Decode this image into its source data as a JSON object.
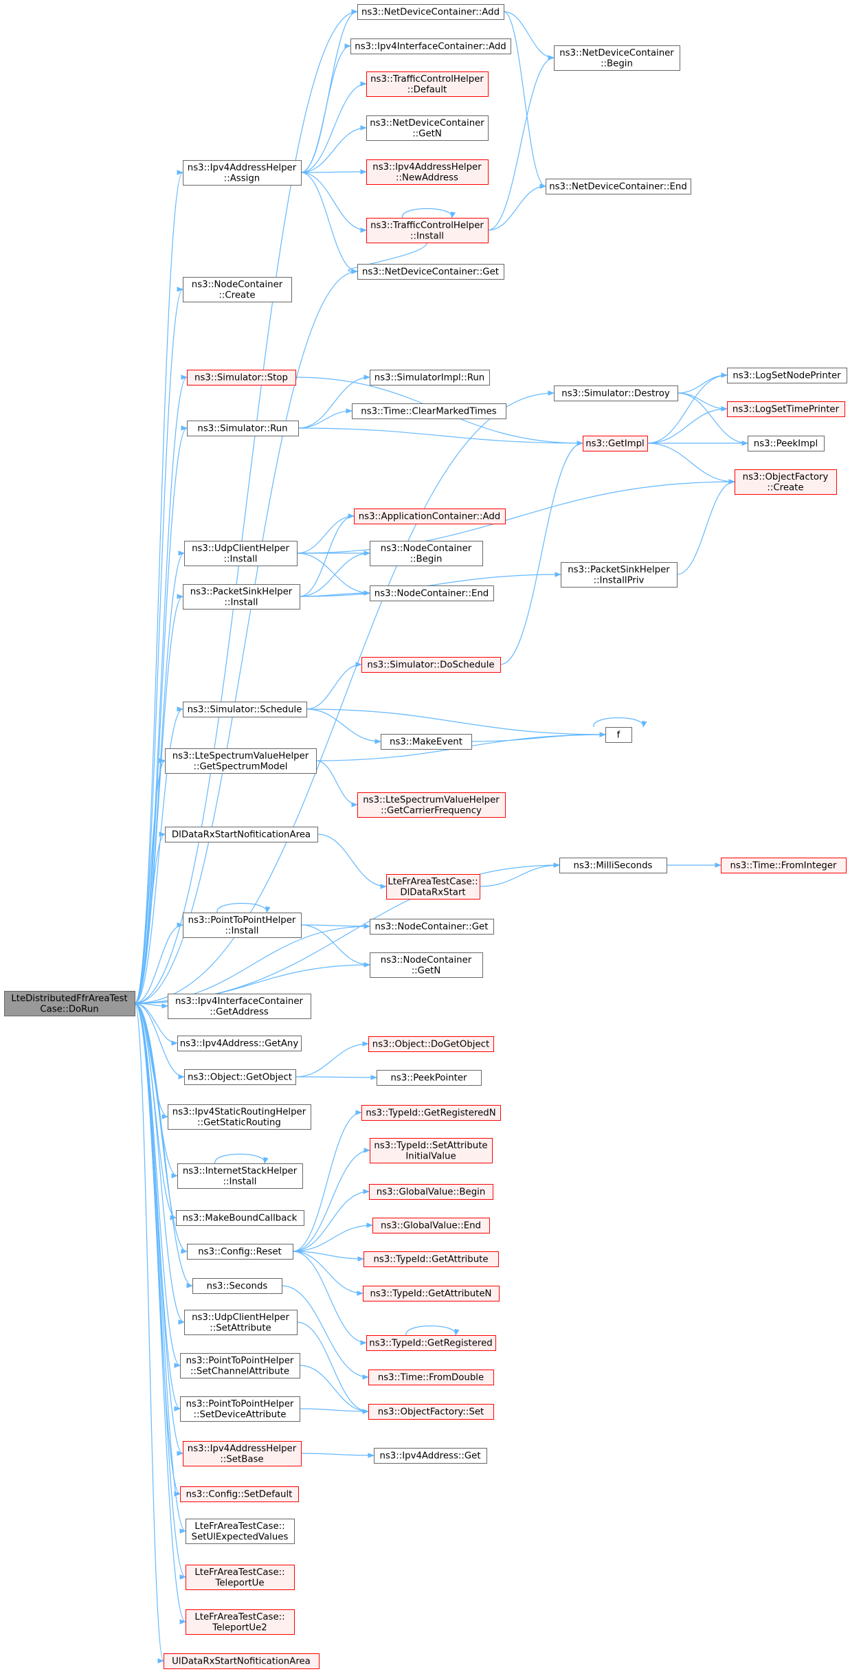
{
  "diagram": {
    "colors": {
      "edge": "#63b8ff",
      "arrowhead": "#63b8ff",
      "node_fill": "#ffffff",
      "node_border": "#666666",
      "highlight_fill": "#fff0f0",
      "highlight_border": "#ff0000",
      "root_fill": "#999999",
      "root_border": "#666666"
    },
    "nodes": [
      {
        "id": "root",
        "lines": [
          "LteDistributedFfrAreaTest",
          "Case::DoRun"
        ],
        "style": "root"
      },
      {
        "id": "ndc_add",
        "lines": [
          "ns3::NetDeviceContainer::Add"
        ],
        "style": "normal"
      },
      {
        "id": "ipv4ic_add",
        "lines": [
          "ns3::Ipv4InterfaceContainer::Add"
        ],
        "style": "normal"
      },
      {
        "id": "tch_default",
        "lines": [
          "ns3::TrafficControlHelper",
          "::Default"
        ],
        "style": "highlight"
      },
      {
        "id": "ndc_getn",
        "lines": [
          "ns3::NetDeviceContainer",
          "::GetN"
        ],
        "style": "normal"
      },
      {
        "id": "ipv4ah_newaddr",
        "lines": [
          "ns3::Ipv4AddressHelper",
          "::NewAddress"
        ],
        "style": "highlight"
      },
      {
        "id": "tch_install",
        "lines": [
          "ns3::TrafficControlHelper",
          "::Install"
        ],
        "style": "highlight"
      },
      {
        "id": "ndc_get",
        "lines": [
          "ns3::NetDeviceContainer::Get"
        ],
        "style": "normal"
      },
      {
        "id": "ndc_begin",
        "lines": [
          "ns3::NetDeviceContainer",
          "::Begin"
        ],
        "style": "normal"
      },
      {
        "id": "ndc_end",
        "lines": [
          "ns3::NetDeviceContainer::End"
        ],
        "style": "normal"
      },
      {
        "id": "ipv4ah_assign",
        "lines": [
          "ns3::Ipv4AddressHelper",
          "::Assign"
        ],
        "style": "normal"
      },
      {
        "id": "nc_create",
        "lines": [
          "ns3::NodeContainer",
          "::Create"
        ],
        "style": "normal"
      },
      {
        "id": "sim_stop",
        "lines": [
          "ns3::Simulator::Stop"
        ],
        "style": "highlight"
      },
      {
        "id": "simimpl_run",
        "lines": [
          "ns3::SimulatorImpl::Run"
        ],
        "style": "normal"
      },
      {
        "id": "time_clearmarked",
        "lines": [
          "ns3::Time::ClearMarkedTimes"
        ],
        "style": "normal"
      },
      {
        "id": "sim_run",
        "lines": [
          "ns3::Simulator::Run"
        ],
        "style": "normal"
      },
      {
        "id": "sim_destroy",
        "lines": [
          "ns3::Simulator::Destroy"
        ],
        "style": "normal"
      },
      {
        "id": "getimpl",
        "lines": [
          "ns3::GetImpl"
        ],
        "style": "highlight"
      },
      {
        "id": "logsetnodeprinter",
        "lines": [
          "ns3::LogSetNodePrinter"
        ],
        "style": "normal"
      },
      {
        "id": "logsettimeprinter",
        "lines": [
          "ns3::LogSetTimePrinter"
        ],
        "style": "highlight"
      },
      {
        "id": "peekimpl",
        "lines": [
          "ns3::PeekImpl"
        ],
        "style": "normal"
      },
      {
        "id": "objfactory_create",
        "lines": [
          "ns3::ObjectFactory",
          "::Create"
        ],
        "style": "highlight"
      },
      {
        "id": "appcontainer_add",
        "lines": [
          "ns3::ApplicationContainer::Add"
        ],
        "style": "highlight"
      },
      {
        "id": "udpch_install",
        "lines": [
          "ns3::UdpClientHelper",
          "::Install"
        ],
        "style": "normal"
      },
      {
        "id": "nc_begin",
        "lines": [
          "ns3::NodeContainer",
          "::Begin"
        ],
        "style": "normal"
      },
      {
        "id": "psh_install",
        "lines": [
          "ns3::PacketSinkHelper",
          "::Install"
        ],
        "style": "normal"
      },
      {
        "id": "nc_end",
        "lines": [
          "ns3::NodeContainer::End"
        ],
        "style": "normal"
      },
      {
        "id": "psh_installpriv",
        "lines": [
          "ns3::PacketSinkHelper",
          "::InstallPriv"
        ],
        "style": "normal"
      },
      {
        "id": "sim_doschedule",
        "lines": [
          "ns3::Simulator::DoSchedule"
        ],
        "style": "highlight"
      },
      {
        "id": "sim_schedule",
        "lines": [
          "ns3::Simulator::Schedule"
        ],
        "style": "normal"
      },
      {
        "id": "makeevent",
        "lines": [
          "ns3::MakeEvent"
        ],
        "style": "normal"
      },
      {
        "id": "f",
        "lines": [
          "f"
        ],
        "style": "normal"
      },
      {
        "id": "lsvh_getspectrum",
        "lines": [
          "ns3::LteSpectrumValueHelper",
          "::GetSpectrumModel"
        ],
        "style": "normal"
      },
      {
        "id": "lsvh_getcarrier",
        "lines": [
          "ns3::LteSpectrumValueHelper",
          "::GetCarrierFrequency"
        ],
        "style": "highlight"
      },
      {
        "id": "dlrx_area",
        "lines": [
          "DlDataRxStartNofiticationArea"
        ],
        "style": "normal"
      },
      {
        "id": "millis",
        "lines": [
          "ns3::MilliSeconds"
        ],
        "style": "normal"
      },
      {
        "id": "time_frominteger",
        "lines": [
          "ns3::Time::FromInteger"
        ],
        "style": "highlight"
      },
      {
        "id": "lteffr_dlrx",
        "lines": [
          "LteFrAreaTestCase::",
          "DlDataRxStart"
        ],
        "style": "highlight"
      },
      {
        "id": "p2p_install",
        "lines": [
          "ns3::PointToPointHelper",
          "::Install"
        ],
        "style": "normal"
      },
      {
        "id": "nc_get",
        "lines": [
          "ns3::NodeContainer::Get"
        ],
        "style": "normal"
      },
      {
        "id": "nc_getn",
        "lines": [
          "ns3::NodeContainer",
          "::GetN"
        ],
        "style": "normal"
      },
      {
        "id": "ipv4ic_getaddr",
        "lines": [
          "ns3::Ipv4InterfaceContainer",
          "::GetAddress"
        ],
        "style": "normal"
      },
      {
        "id": "ipv4a_getany",
        "lines": [
          "ns3::Ipv4Address::GetAny"
        ],
        "style": "normal"
      },
      {
        "id": "obj_getobject",
        "lines": [
          "ns3::Object::GetObject"
        ],
        "style": "normal"
      },
      {
        "id": "obj_dogetobject",
        "lines": [
          "ns3::Object::DoGetObject"
        ],
        "style": "highlight"
      },
      {
        "id": "peekpointer",
        "lines": [
          "ns3::PeekPointer"
        ],
        "style": "normal"
      },
      {
        "id": "ipv4srh_getstatic",
        "lines": [
          "ns3::Ipv4StaticRoutingHelper",
          "::GetStaticRouting"
        ],
        "style": "normal"
      },
      {
        "id": "typeid_getregn",
        "lines": [
          "ns3::TypeId::GetRegisteredN"
        ],
        "style": "highlight"
      },
      {
        "id": "typeid_setattrinit",
        "lines": [
          "ns3::TypeId::SetAttribute",
          "InitialValue"
        ],
        "style": "highlight"
      },
      {
        "id": "ish_install",
        "lines": [
          "ns3::InternetStackHelper",
          "::Install"
        ],
        "style": "normal"
      },
      {
        "id": "gv_begin",
        "lines": [
          "ns3::GlobalValue::Begin"
        ],
        "style": "highlight"
      },
      {
        "id": "makeboundcb",
        "lines": [
          "ns3::MakeBoundCallback"
        ],
        "style": "normal"
      },
      {
        "id": "gv_end",
        "lines": [
          "ns3::GlobalValue::End"
        ],
        "style": "highlight"
      },
      {
        "id": "config_reset",
        "lines": [
          "ns3::Config::Reset"
        ],
        "style": "normal"
      },
      {
        "id": "typeid_getattr",
        "lines": [
          "ns3::TypeId::GetAttribute"
        ],
        "style": "highlight"
      },
      {
        "id": "seconds",
        "lines": [
          "ns3::Seconds"
        ],
        "style": "normal"
      },
      {
        "id": "typeid_getattrn",
        "lines": [
          "ns3::TypeId::GetAttributeN"
        ],
        "style": "highlight"
      },
      {
        "id": "udpch_setattr",
        "lines": [
          "ns3::UdpClientHelper",
          "::SetAttribute"
        ],
        "style": "normal"
      },
      {
        "id": "typeid_getreg",
        "lines": [
          "ns3::TypeId::GetRegistered"
        ],
        "style": "highlight"
      },
      {
        "id": "p2p_setchannel",
        "lines": [
          "ns3::PointToPointHelper",
          "::SetChannelAttribute"
        ],
        "style": "normal"
      },
      {
        "id": "time_fromdouble",
        "lines": [
          "ns3::Time::FromDouble"
        ],
        "style": "highlight"
      },
      {
        "id": "p2p_setdevice",
        "lines": [
          "ns3::PointToPointHelper",
          "::SetDeviceAttribute"
        ],
        "style": "normal"
      },
      {
        "id": "objfactory_set",
        "lines": [
          "ns3::ObjectFactory::Set"
        ],
        "style": "highlight"
      },
      {
        "id": "ipv4ah_setbase",
        "lines": [
          "ns3::Ipv4AddressHelper",
          "::SetBase"
        ],
        "style": "highlight"
      },
      {
        "id": "ipv4a_get",
        "lines": [
          "ns3::Ipv4Address::Get"
        ],
        "style": "normal"
      },
      {
        "id": "config_setdefault",
        "lines": [
          "ns3::Config::SetDefault"
        ],
        "style": "highlight"
      },
      {
        "id": "lteffr_setul",
        "lines": [
          "LteFrAreaTestCase::",
          "SetUlExpectedValues"
        ],
        "style": "normal"
      },
      {
        "id": "lteffr_teleport",
        "lines": [
          "LteFrAreaTestCase::",
          "TeleportUe"
        ],
        "style": "highlight"
      },
      {
        "id": "lteffr_teleport2",
        "lines": [
          "LteFrAreaTestCase::",
          "TeleportUe2"
        ],
        "style": "highlight"
      },
      {
        "id": "ulrx_area",
        "lines": [
          "UlDataRxStartNofiticationArea"
        ],
        "style": "highlight"
      }
    ],
    "edges": [
      [
        "root",
        "ndc_add"
      ],
      [
        "root",
        "ipv4ah_assign"
      ],
      [
        "root",
        "ndc_get"
      ],
      [
        "root",
        "nc_create"
      ],
      [
        "root",
        "sim_destroy"
      ],
      [
        "root",
        "sim_stop"
      ],
      [
        "root",
        "sim_run"
      ],
      [
        "root",
        "udpch_install"
      ],
      [
        "root",
        "psh_install"
      ],
      [
        "root",
        "sim_schedule"
      ],
      [
        "root",
        "lsvh_getspectrum"
      ],
      [
        "root",
        "dlrx_area"
      ],
      [
        "root",
        "millis"
      ],
      [
        "root",
        "nc_get"
      ],
      [
        "root",
        "p2p_install"
      ],
      [
        "root",
        "nc_getn"
      ],
      [
        "root",
        "ipv4ic_getaddr"
      ],
      [
        "root",
        "ipv4a_getany"
      ],
      [
        "root",
        "obj_getobject"
      ],
      [
        "root",
        "ipv4srh_getstatic"
      ],
      [
        "root",
        "ish_install"
      ],
      [
        "root",
        "makeboundcb"
      ],
      [
        "root",
        "config_reset"
      ],
      [
        "root",
        "seconds"
      ],
      [
        "root",
        "udpch_setattr"
      ],
      [
        "root",
        "p2p_setchannel"
      ],
      [
        "root",
        "p2p_setdevice"
      ],
      [
        "root",
        "ipv4ah_setbase"
      ],
      [
        "root",
        "config_setdefault"
      ],
      [
        "root",
        "lteffr_setul"
      ],
      [
        "root",
        "lteffr_teleport"
      ],
      [
        "root",
        "lteffr_teleport2"
      ],
      [
        "root",
        "ulrx_area"
      ],
      [
        "ipv4ah_assign",
        "ndc_add"
      ],
      [
        "ipv4ah_assign",
        "ipv4ic_add"
      ],
      [
        "ipv4ah_assign",
        "tch_default"
      ],
      [
        "ipv4ah_assign",
        "ndc_getn"
      ],
      [
        "ipv4ah_assign",
        "ipv4ah_newaddr"
      ],
      [
        "ipv4ah_assign",
        "tch_install"
      ],
      [
        "ipv4ah_assign",
        "ndc_get"
      ],
      [
        "ndc_add",
        "ndc_begin"
      ],
      [
        "ndc_add",
        "ndc_end"
      ],
      [
        "tch_install",
        "tch_install"
      ],
      [
        "tch_install",
        "ndc_begin"
      ],
      [
        "tch_install",
        "ndc_end"
      ],
      [
        "tch_install",
        "ndc_get"
      ],
      [
        "sim_stop",
        "getimpl"
      ],
      [
        "sim_run",
        "simimpl_run"
      ],
      [
        "sim_run",
        "time_clearmarked"
      ],
      [
        "sim_run",
        "getimpl"
      ],
      [
        "sim_destroy",
        "logsetnodeprinter"
      ],
      [
        "sim_destroy",
        "logsettimeprinter"
      ],
      [
        "sim_destroy",
        "peekimpl"
      ],
      [
        "getimpl",
        "logsetnodeprinter"
      ],
      [
        "getimpl",
        "logsettimeprinter"
      ],
      [
        "getimpl",
        "peekimpl"
      ],
      [
        "getimpl",
        "objfactory_create"
      ],
      [
        "udpch_install",
        "objfactory_create"
      ],
      [
        "udpch_install",
        "appcontainer_add"
      ],
      [
        "udpch_install",
        "nc_begin"
      ],
      [
        "udpch_install",
        "nc_end"
      ],
      [
        "psh_install",
        "appcontainer_add"
      ],
      [
        "psh_install",
        "nc_begin"
      ],
      [
        "psh_install",
        "nc_end"
      ],
      [
        "psh_install",
        "psh_installpriv"
      ],
      [
        "psh_installpriv",
        "objfactory_create"
      ],
      [
        "sim_doschedule",
        "getimpl"
      ],
      [
        "sim_schedule",
        "sim_doschedule"
      ],
      [
        "sim_schedule",
        "makeevent"
      ],
      [
        "sim_schedule",
        "f"
      ],
      [
        "makeevent",
        "f"
      ],
      [
        "f",
        "f"
      ],
      [
        "lsvh_getspectrum",
        "f"
      ],
      [
        "lsvh_getspectrum",
        "lsvh_getcarrier"
      ],
      [
        "dlrx_area",
        "lteffr_dlrx"
      ],
      [
        "lteffr_dlrx",
        "millis"
      ],
      [
        "millis",
        "time_frominteger"
      ],
      [
        "p2p_install",
        "p2p_install"
      ],
      [
        "p2p_install",
        "nc_get"
      ],
      [
        "p2p_install",
        "nc_getn"
      ],
      [
        "obj_getobject",
        "obj_dogetobject"
      ],
      [
        "obj_getobject",
        "peekpointer"
      ],
      [
        "ish_install",
        "ish_install"
      ],
      [
        "config_reset",
        "typeid_getregn"
      ],
      [
        "config_reset",
        "typeid_setattrinit"
      ],
      [
        "config_reset",
        "gv_begin"
      ],
      [
        "config_reset",
        "gv_end"
      ],
      [
        "config_reset",
        "typeid_getattr"
      ],
      [
        "config_reset",
        "typeid_getattrn"
      ],
      [
        "config_reset",
        "typeid_getreg"
      ],
      [
        "typeid_getreg",
        "typeid_getreg"
      ],
      [
        "seconds",
        "time_fromdouble"
      ],
      [
        "udpch_setattr",
        "objfactory_set"
      ],
      [
        "p2p_setchannel",
        "objfactory_set"
      ],
      [
        "p2p_setdevice",
        "objfactory_set"
      ],
      [
        "ipv4ah_setbase",
        "ipv4a_get"
      ]
    ]
  }
}
